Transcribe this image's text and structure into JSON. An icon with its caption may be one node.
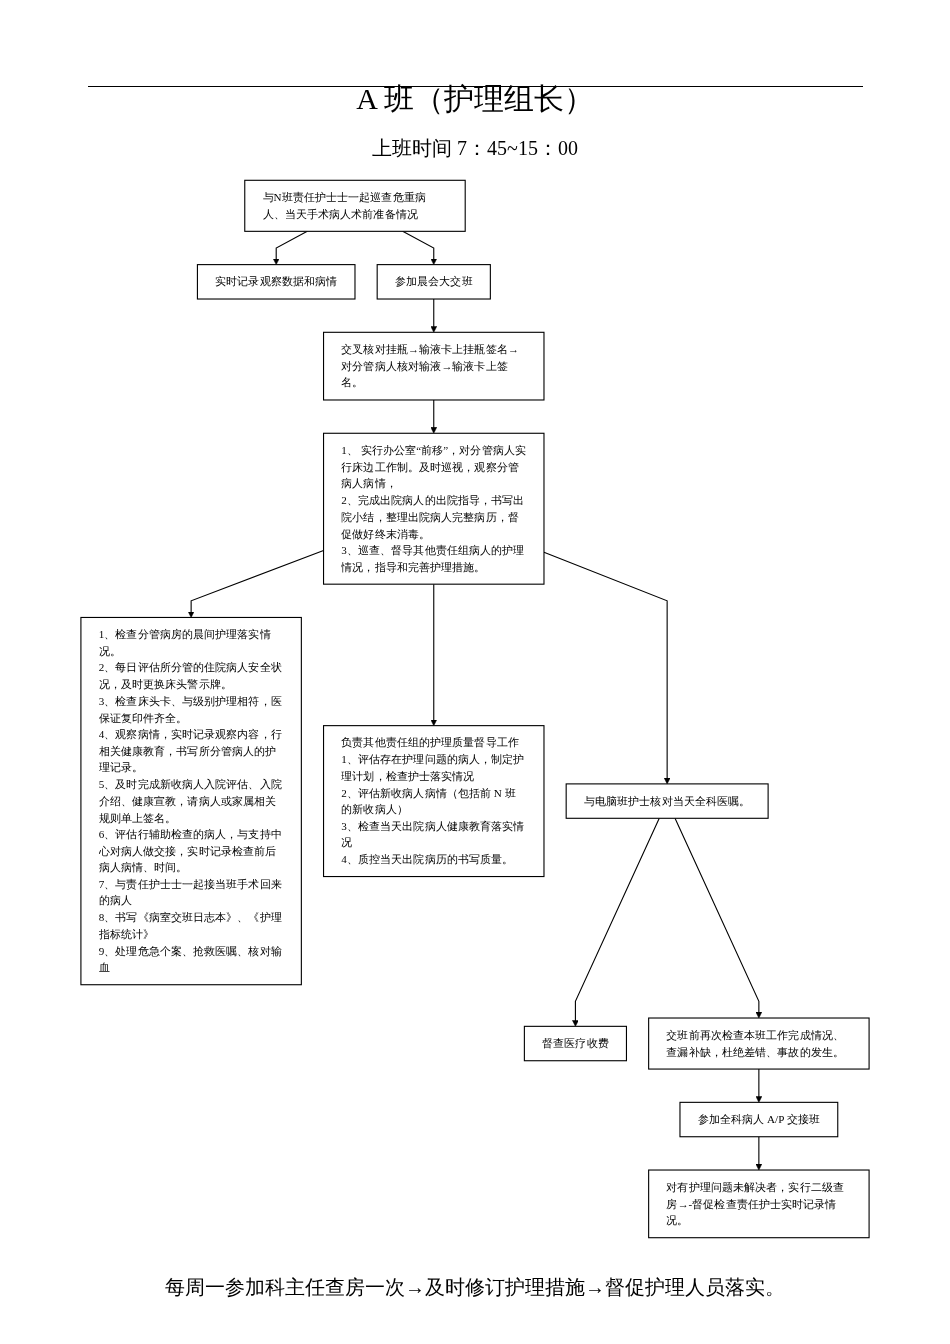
{
  "diagram": {
    "title": "A 班（护理组长）",
    "nodes": [
      {
        "text": [
          "与N班责任护士士一起巡查危重病人、当天手术病人术前准备情况"
        ]
      },
      {
        "text": [
          "实时记录观察数据和病情"
        ]
      },
      {
        "text": [
          "参加晨会大交班"
        ]
      },
      {
        "text": [
          "交叉核对挂瓶→输液卡上挂瓶签名→对分管病人核对输液→输液卡上签名。"
        ]
      },
      {
        "text": [
          "1、 实行办公室“前移”，对分管病人实行床边工作制。及时巡视，观察分管病人病情，",
          "2、完成出院病人的出院指导，书写出院小结，整理出院病人完整病历，督促做好终末消毒。",
          "3、巡查、督导其他责任组病人的护理情况，指导和完善护理措施。"
        ]
      },
      {
        "text": [
          "1、检查分管病房的晨间护理落实情况。",
          "2、每日评估所分管的住院病人安全状况，及时更换床头警示牌。",
          "3、检查床头卡、与级别护理相符，医保证复印件齐全。",
          "4、观察病情，实时记录观察内容，行相关健康教育，书写所分管病人的护理记录。",
          "5、及时完成新收病人入院评估、入院介绍、健康宣教，请病人或家属相关规则单上签名。",
          "6、评估行辅助检查的病人，与支持中心对病人做交接，实时记录检查前后病人病情、时间。",
          "7、与责任护士士一起接当班手术回来的病人",
          "8、书写《病室交班日志本》、《护理指标统计》",
          "9、处理危急个案、抢救医嘱、核对输血"
        ]
      },
      {
        "text": [
          "负责其他责任组的护理质量督导工作",
          "1、评估存在护理问题的病人，制定护理计划，检查护士落实情况",
          "2、评估新收病人病情（包括前 N 班的新收病人）",
          "3、检查当天出院病人健康教育落实情况",
          "4、质控当天出院病历的书写质量。"
        ]
      },
      {
        "text": [
          "与电脑班护士核对当天全科医嘱。"
        ]
      },
      {
        "text": [
          "督查医疗收费"
        ]
      },
      {
        "text": [
          "交班前再次检查本班工作完成情况、查漏补缺，杜绝差错、事故的发生。"
        ]
      },
      {
        "text": [
          "参加全科病人 A/P 交接班"
        ]
      },
      {
        "text": [
          "对有护理问题未解决者，实行二级查房→-督促检查责任护士实时记录情况。"
        ]
      }
    ],
    "edges": [
      {
        "from": 0,
        "to": 1,
        "arrow": "to"
      },
      {
        "from": 0,
        "to": 2,
        "arrow": "to"
      },
      {
        "from": 2,
        "to": 3,
        "arrow": "to"
      },
      {
        "from": 3,
        "to": 4,
        "arrow": "to"
      },
      {
        "from": 4,
        "to": 5,
        "arrow": "to"
      },
      {
        "from": 4,
        "to": 6,
        "arrow": "to"
      },
      {
        "from": 4,
        "to": 7,
        "arrow": "to"
      },
      {
        "from": 7,
        "to": 8,
        "arrow": "to"
      },
      {
        "from": 7,
        "to": 9,
        "arrow": "to"
      },
      {
        "from": 9,
        "to": 10,
        "arrow": "to"
      },
      {
        "from": 10,
        "to": 11,
        "arrow": "to"
      }
    ],
    "labels": [
      "上班时间 7：45~15：00",
      "每周一参加科主任查房一次→及时修订护理措施→督促护理人员落实。"
    ]
  }
}
